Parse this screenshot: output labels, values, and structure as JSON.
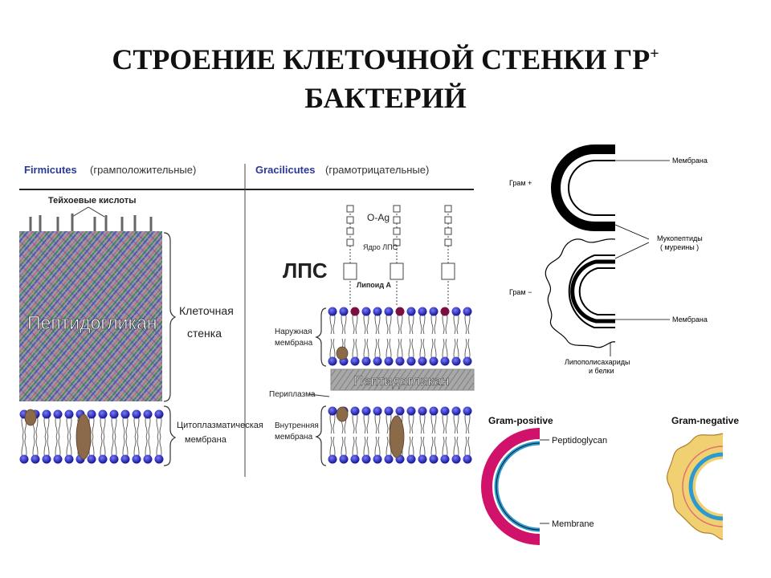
{
  "title": {
    "line1": "СТРОЕНИЕ КЛЕТОЧНОЙ СТЕНКИ ГР",
    "superscript": "+",
    "line2": "БАКТЕРИЙ"
  },
  "left_diagram": {
    "firmicutes": "Firmicutes",
    "firmicutes_desc": "(грамположительные)",
    "gracilicutes": "Gracilicutes",
    "gracilicutes_desc": "(грамотрицательные)",
    "teichoic_acids": "Тейхоевые кислоты",
    "peptidoglycan_gp": "Пептидогликан",
    "cell_wall_line1": "Клеточная",
    "cell_wall_line2": "стенка",
    "cytoplasmic_line1": "Цитоплазматическая",
    "cytoplasmic_line2": "мембрана",
    "o_ag": "O-Ag",
    "lps_core": "Ядро ЛПС",
    "lps": "ЛПС",
    "lipid_a": "Липоид А",
    "outer_membrane_line1": "Наружная",
    "outer_membrane_line2": "мембрана",
    "peptidoglycan_gn": "Пептидогликан",
    "periplasm": "Периплазма",
    "inner_membrane_line1": "Внутренняя",
    "inner_membrane_line2": "мембрана"
  },
  "right_top_diagram": {
    "gram_plus": "Грам +",
    "gram_minus": "Грам −",
    "membrane_top": "Мембрана",
    "mucopeptides_line1": "Мукопептиды",
    "mucopeptides_line2": "( муреины )",
    "membrane_bottom": "Мембрана",
    "lps_line1": "Липополисахариды",
    "lps_line2": "и белки"
  },
  "right_bottom_diagram": {
    "gram_positive": "Gram-positive",
    "gram_negative": "Gram-negative",
    "peptidoglycan": "Peptidoglycan",
    "membrane": "Membrane"
  },
  "colors": {
    "lipid_head": "#2a2ad0",
    "lipid_head_dark": "#141490",
    "lipid_a_head": "#7a1040",
    "protein": "#8a6a48",
    "gp_wall": "#d0126a",
    "gp_membrane": "#2a9ad0",
    "gn_wall": "#f0d070"
  }
}
